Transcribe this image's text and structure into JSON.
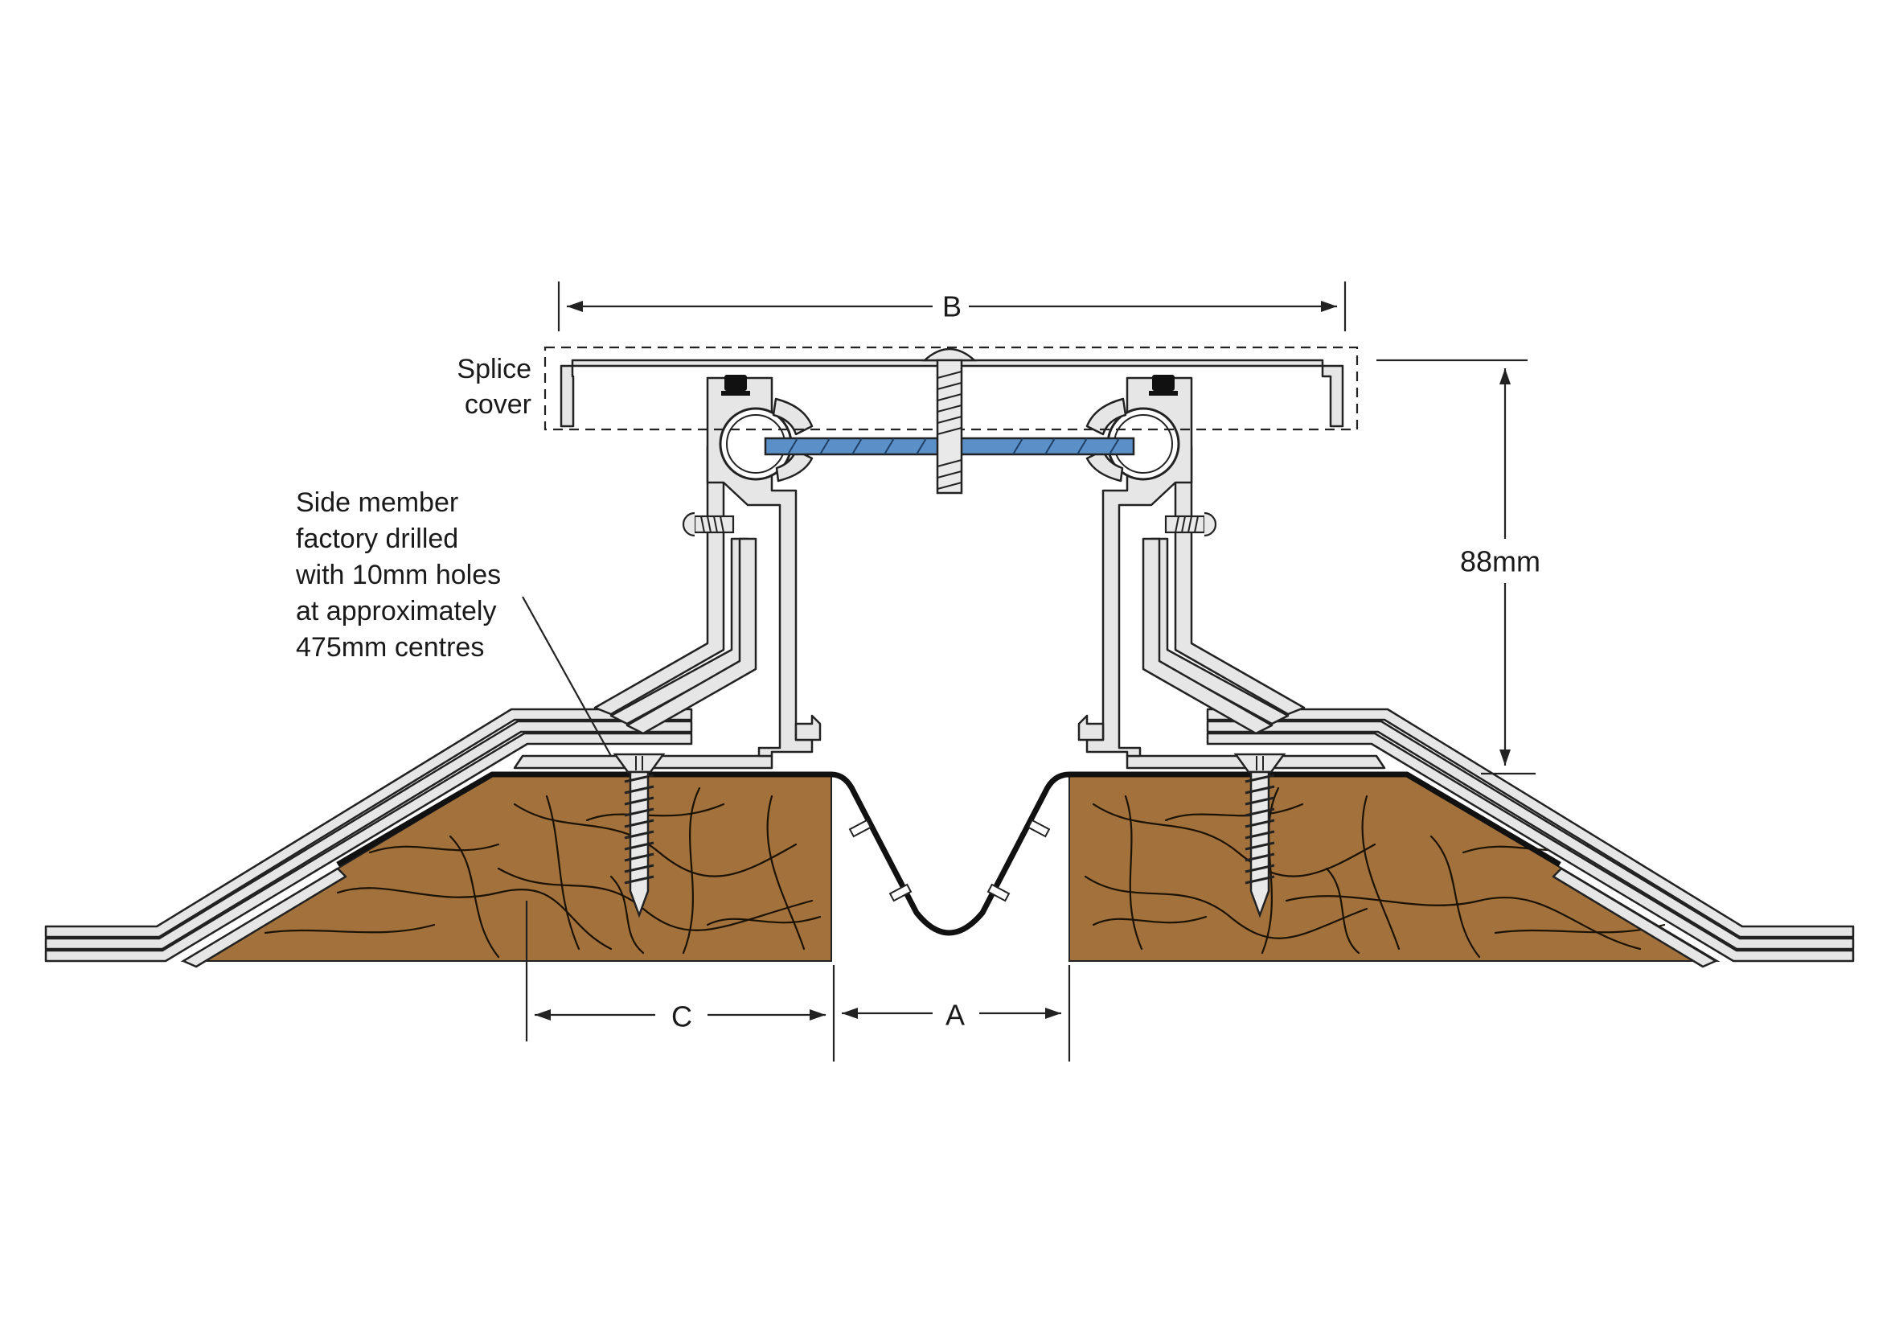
{
  "diagram": {
    "dimensions": {
      "a": "A",
      "b": "B",
      "c": "C",
      "height": "88mm"
    },
    "labels": {
      "splice_cover": [
        "Splice",
        "cover"
      ],
      "side_member": [
        "Side member",
        "factory drilled",
        "with 10mm holes",
        "at approximately",
        "475mm centres"
      ]
    },
    "colors": {
      "timber": "#a3713c",
      "membrane": "#111111",
      "aluminium": "#e6e6e6",
      "cover_plate": "#5b8fc7",
      "background": "#ffffff"
    }
  }
}
